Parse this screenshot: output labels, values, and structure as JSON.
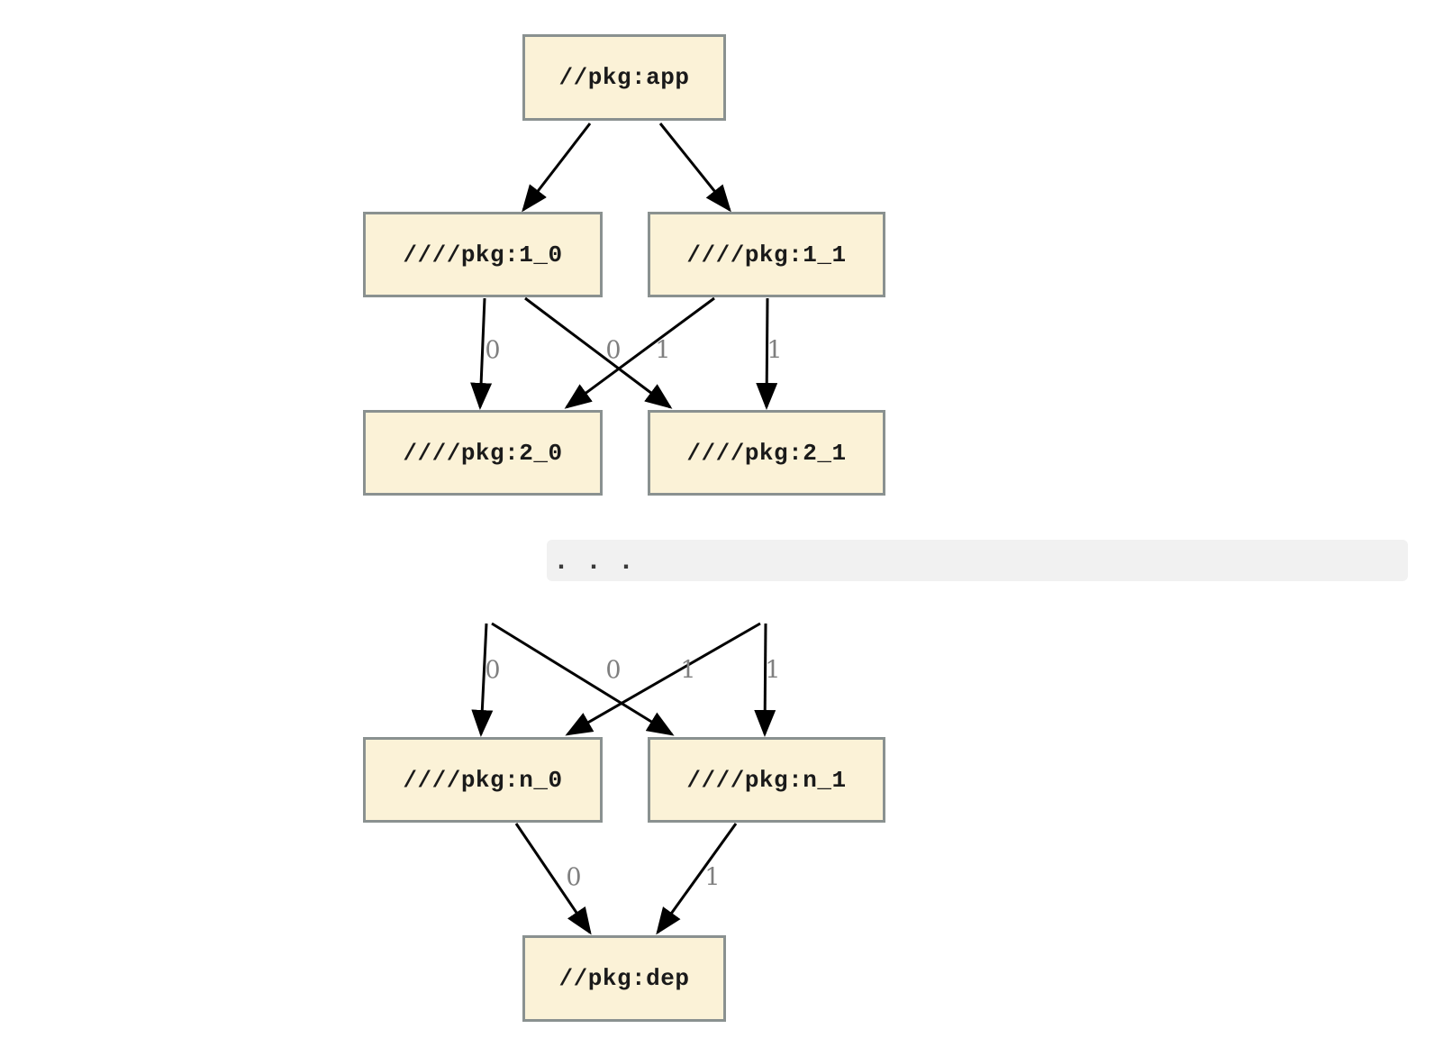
{
  "colors": {
    "node-fill": "#fbf2d7",
    "node-border": "#8a9190",
    "node-text": "#1a1a1a",
    "edge": "#000000",
    "edge-label": "#7f7f7f",
    "band-bg": "#f1f1f1",
    "band-dots": "#3a3a3a",
    "page-bg": "#ffffff"
  },
  "nodes": {
    "app": {
      "label": "//pkg:app"
    },
    "l1_0": {
      "label": "////pkg:1_0"
    },
    "l1_1": {
      "label": "////pkg:1_1"
    },
    "l2_0": {
      "label": "////pkg:2_0"
    },
    "l2_1": {
      "label": "////pkg:2_1"
    },
    "ln_0": {
      "label": "////pkg:n_0"
    },
    "ln_1": {
      "label": "////pkg:n_1"
    },
    "dep": {
      "label": "//pkg:dep"
    }
  },
  "band": {
    "ellipsis": ". . ."
  },
  "edge_labels": {
    "row1_to_row2": [
      "0",
      "0",
      "1",
      "1"
    ],
    "band_to_rown": [
      "0",
      "0",
      "1",
      "1"
    ],
    "rown_to_dep": [
      "0",
      "1"
    ]
  }
}
